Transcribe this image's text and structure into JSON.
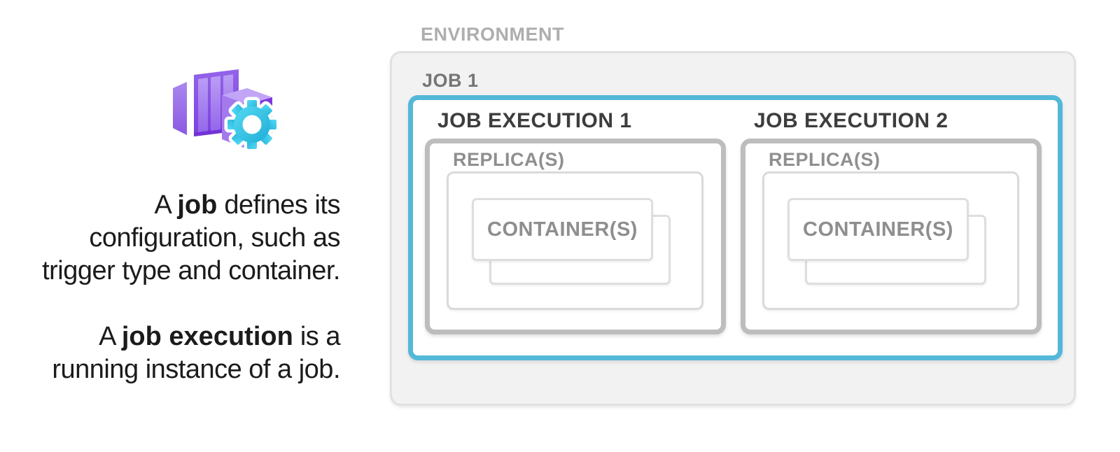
{
  "description": {
    "p1": {
      "l1_pre": "A ",
      "l1_bold": "job",
      "l1_post": " defines its",
      "l2": "configuration, such as",
      "l3": "trigger type and container."
    },
    "p2": {
      "l1_pre": "A ",
      "l1_bold": "job execution",
      "l1_post": " is a",
      "l2": "running instance of a job."
    }
  },
  "diagram": {
    "environment_label": "ENVIRONMENT",
    "job_label": "JOB 1",
    "executions": [
      {
        "label": "JOB EXECUTION 1",
        "replica_label": "REPLICA(S)",
        "container_label": "CONTAINER(S)"
      },
      {
        "label": "JOB EXECUTION 2",
        "replica_label": "REPLICA(S)",
        "container_label": "CONTAINER(S)"
      }
    ]
  },
  "icon": {
    "name": "azure-container-apps-job-icon"
  },
  "colors": {
    "job_border_blue": "#54b8d9",
    "execution_border_gray": "#bdbdbd",
    "environment_fill": "#f2f2f2",
    "environment_border": "#e1e1e1",
    "replica_border": "#dadada",
    "container_border": "#dedede",
    "icon_purple_dark": "#7b39db",
    "icon_purple_mid": "#8a55e5",
    "icon_purple_light": "#b697f4",
    "icon_gear_cyan": "#32bfe0"
  }
}
